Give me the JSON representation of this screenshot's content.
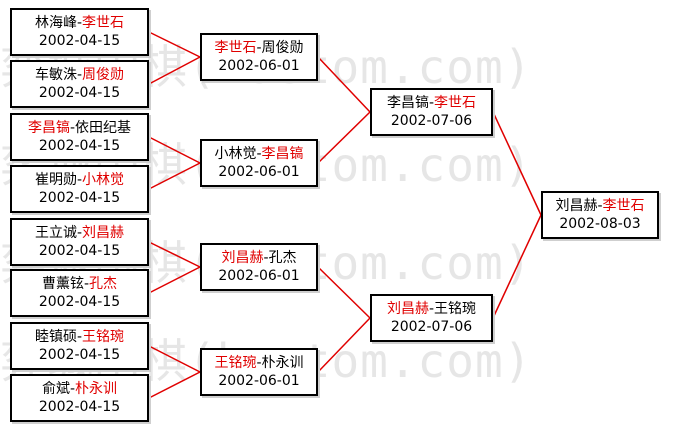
{
  "watermark": "弈城围棋(hoetom.com)",
  "colors": {
    "winner": "#e00000",
    "line": "#e00000",
    "border": "#000000"
  },
  "round1": [
    {
      "a": "林海峰",
      "b": "李世石",
      "winner": "b",
      "date": "2002-04-15"
    },
    {
      "a": "车敏洙",
      "b": "周俊勋",
      "winner": "b",
      "date": "2002-04-15"
    },
    {
      "a": "李昌镐",
      "b": "依田纪基",
      "winner": "a",
      "date": "2002-04-15"
    },
    {
      "a": "崔明勋",
      "b": "小林觉",
      "winner": "b",
      "date": "2002-04-15"
    },
    {
      "a": "王立诚",
      "b": "刘昌赫",
      "winner": "b",
      "date": "2002-04-15"
    },
    {
      "a": "曹薰铉",
      "b": "孔杰",
      "winner": "b",
      "date": "2002-04-15"
    },
    {
      "a": "睦镇硕",
      "b": "王铭琬",
      "winner": "b",
      "date": "2002-04-15"
    },
    {
      "a": "俞斌",
      "b": "朴永训",
      "winner": "b",
      "date": "2002-04-15"
    }
  ],
  "round2": [
    {
      "a": "李世石",
      "b": "周俊勋",
      "winner": "a",
      "date": "2002-06-01"
    },
    {
      "a": "小林觉",
      "b": "李昌镐",
      "winner": "b",
      "date": "2002-06-01"
    },
    {
      "a": "刘昌赫",
      "b": "孔杰",
      "winner": "a",
      "date": "2002-06-01"
    },
    {
      "a": "王铭琬",
      "b": "朴永训",
      "winner": "a",
      "date": "2002-06-01"
    }
  ],
  "round3": [
    {
      "a": "李昌镐",
      "b": "李世石",
      "winner": "b",
      "date": "2002-07-06"
    },
    {
      "a": "刘昌赫",
      "b": "王铭琬",
      "winner": "a",
      "date": "2002-07-06"
    }
  ],
  "final": [
    {
      "a": "刘昌赫",
      "b": "李世石",
      "winner": "b",
      "date": "2002-08-03"
    }
  ]
}
